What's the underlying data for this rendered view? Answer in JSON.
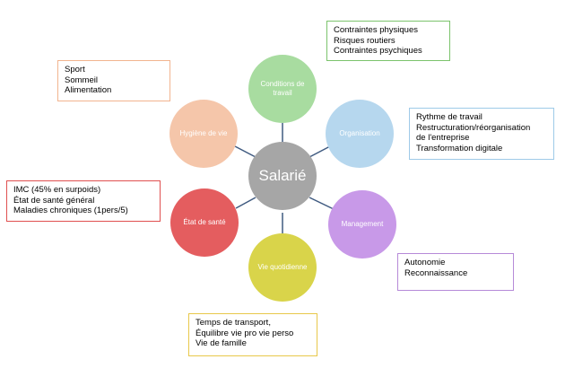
{
  "center": {
    "label": "Salarié",
    "color": "#a6a6a6"
  },
  "nodes": [
    {
      "id": "conditions",
      "label": "Conditions de travail",
      "color": "#a8dca0"
    },
    {
      "id": "organisation",
      "label": "Organisation",
      "color": "#b6d7ee"
    },
    {
      "id": "management",
      "label": "Management",
      "color": "#c899e8"
    },
    {
      "id": "vie-quotidienne",
      "label": "Vie quotidienne",
      "color": "#d9d44a"
    },
    {
      "id": "etat-sante",
      "label": "État de santé",
      "color": "#e45d5f"
    },
    {
      "id": "hygiene",
      "label": "Hygiène de vie",
      "color": "#f5c6aa"
    }
  ],
  "boxes": [
    {
      "id": "conditions",
      "border": "#7cc36c",
      "lines": [
        "Contraintes physiques",
        "Risques routiers",
        "Contraintes psychiques"
      ]
    },
    {
      "id": "organisation",
      "border": "#9ecae8",
      "lines": [
        "Rythme de travail",
        "Restructuration/réorganisation",
        "de l'entreprise",
        "Transformation digitale"
      ]
    },
    {
      "id": "management",
      "border": "#b68ad8",
      "lines": [
        "Autonomie",
        "Reconnaissance"
      ]
    },
    {
      "id": "vie-quotidienne",
      "border": "#e8c84a",
      "lines": [
        "Temps de transport,",
        "Équilibre vie pro vie perso",
        "Vie de famille"
      ]
    },
    {
      "id": "etat-sante",
      "border": "#e05050",
      "lines": [
        "IMC (45% en surpoids)",
        "État de santé général",
        "Maladies chroniques (1pers/5)"
      ]
    },
    {
      "id": "hygiene",
      "border": "#f2b48f",
      "lines": [
        "Sport",
        "Sommeil",
        "Alimentation"
      ]
    }
  ],
  "connector_color": "#3f5a80"
}
